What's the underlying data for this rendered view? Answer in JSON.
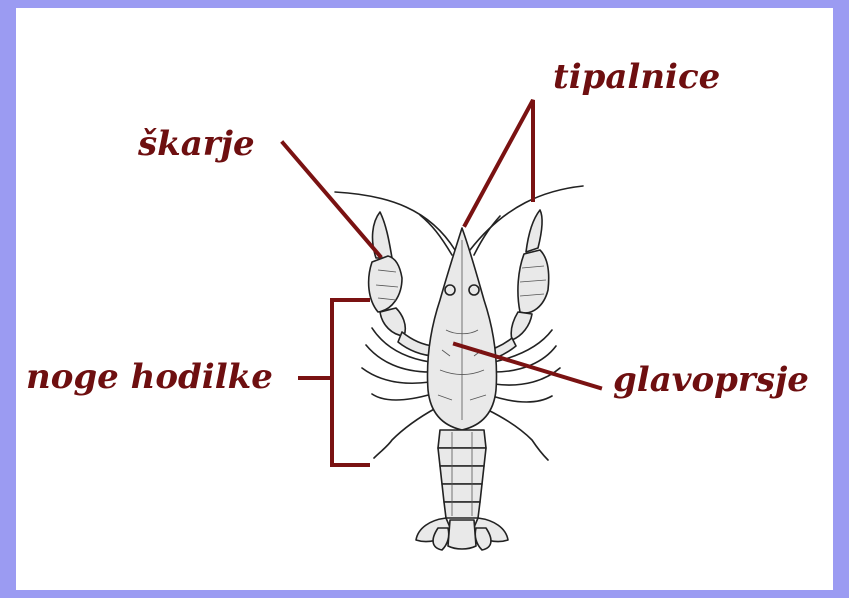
{
  "diagram": {
    "colors": {
      "outer_border": "#9b9bf2",
      "background": "#ffffff",
      "label_color": "#6e0f10",
      "leader_color": "#7a1212"
    },
    "labels": {
      "claws": "škarje",
      "antennae": "tipalnice",
      "walking_legs": "noge hodilke",
      "cephalothorax": "glavoprsje"
    }
  }
}
